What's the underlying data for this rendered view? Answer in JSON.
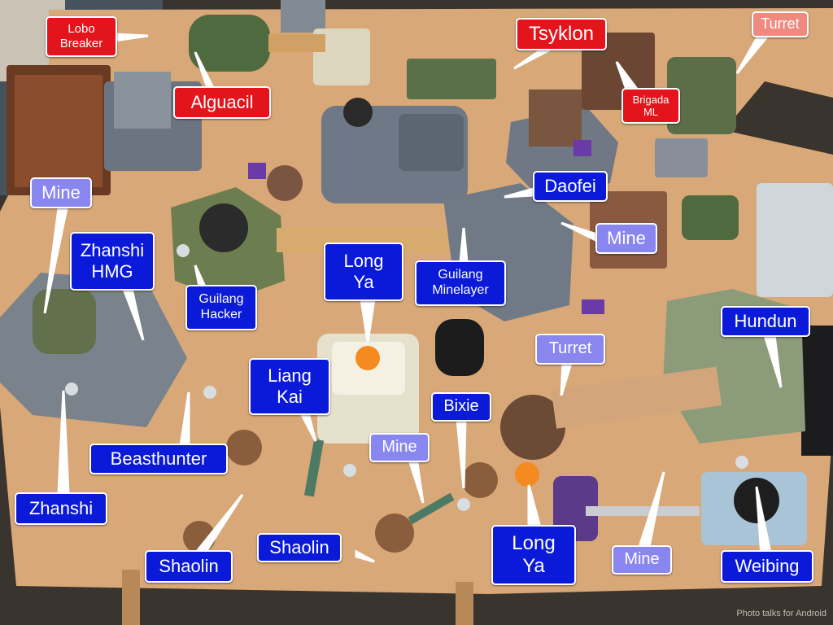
{
  "labels": {
    "lobo_breaker": "Lobo\nBreaker",
    "alguacil": "Alguacil",
    "tsyklon": "Tsyklon",
    "turret_top": "Turret",
    "brigada_ml": "Brigada\nML",
    "mine_left": "Mine",
    "zhanshi_hmg": "Zhanshi\nHMG",
    "guilang_hacker": "Guilang\nHacker",
    "long_ya_top": "Long\nYa",
    "guilang_minelayer": "Guilang\nMinelayer",
    "daofei": "Daofei",
    "mine_right": "Mine",
    "hundun": "Hundun",
    "turret_mid": "Turret",
    "liang_kai": "Liang\nKai",
    "bixie": "Bixie",
    "mine_center": "Mine",
    "beasthunter": "Beasthunter",
    "zhanshi": "Zhanshi",
    "shaolin_left": "Shaolin",
    "shaolin_center": "Shaolin",
    "long_ya_bottom": "Long\nYa",
    "mine_bottom": "Mine",
    "weibing": "Weibing"
  },
  "watermark": "Photo talks for Android",
  "colors": {
    "red_label": "#e4141c",
    "pink_label": "#f08a80",
    "blue_label": "#0a1ad8",
    "light_label": "#8a86f0",
    "table": "#d9a878",
    "grey_building": "#6b7480",
    "green_building": "#5a7048",
    "brown_building": "#7a5540",
    "orange_token": "#f58a20"
  }
}
